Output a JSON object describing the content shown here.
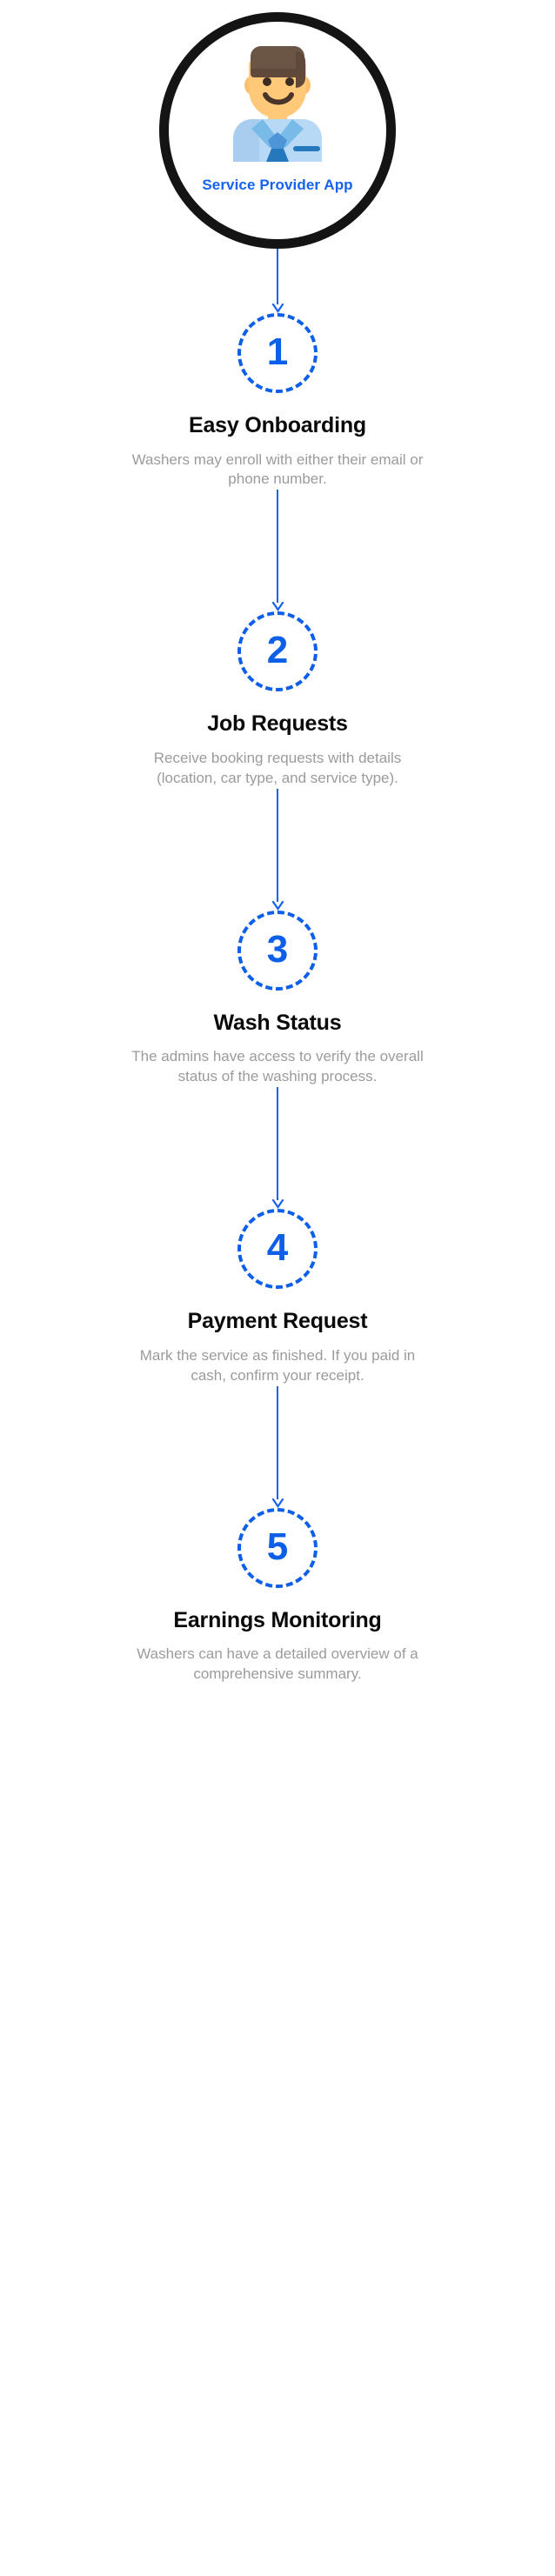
{
  "hero": {
    "label": "Service Provider App",
    "avatar_icon": "service-provider-avatar-icon",
    "ring_color": "#141414",
    "label_color": "#1763ef"
  },
  "theme": {
    "accent_blue": "#0d5fe8",
    "label_blue": "#1763ef",
    "heading_color": "#0a0a0a",
    "description_color": "#9b9b9b",
    "background": "#ffffff"
  },
  "connector": {
    "icon": "arrow-down-icon",
    "color": "#1763ef"
  },
  "steps": [
    {
      "number": "1",
      "title": "Easy Onboarding",
      "description": "Washers may enroll with either their email or phone number."
    },
    {
      "number": "2",
      "title": "Job Requests",
      "description": "Receive booking requests with details (location, car type, and service type)."
    },
    {
      "number": "3",
      "title": "Wash Status",
      "description": "The admins have access to verify the overall status of the washing process."
    },
    {
      "number": "4",
      "title": "Payment Request",
      "description": "Mark the service as finished. If you paid in cash, confirm your receipt."
    },
    {
      "number": "5",
      "title": "Earnings Monitoring",
      "description": "Washers can have a detailed overview of a comprehensive summary."
    }
  ]
}
